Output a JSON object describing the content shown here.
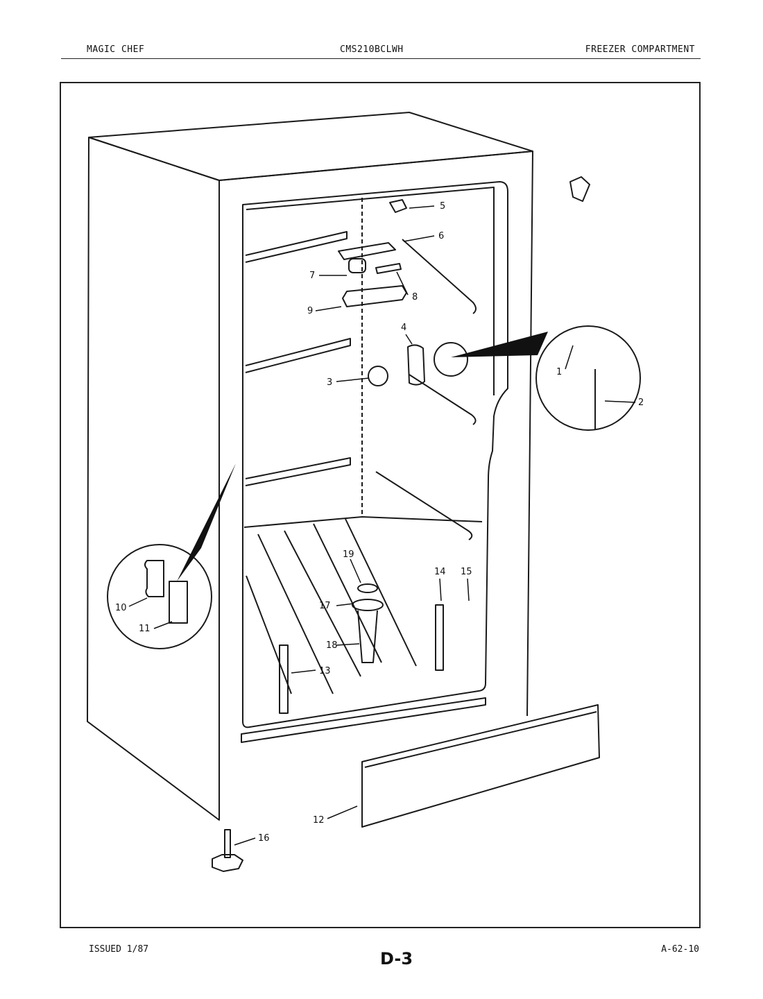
{
  "header": {
    "brand": "MAGIC CHEF",
    "model": "CMS210BCLWH",
    "section": "FREEZER COMPARTMENT"
  },
  "footer": {
    "issued": "ISSUED 1/87",
    "page_code": "D-3",
    "drawing_no": "A-62-10"
  },
  "callouts": {
    "c1": "1",
    "c2": "2",
    "c3": "3",
    "c4": "4",
    "c5": "5",
    "c6": "6",
    "c7": "7",
    "c8": "8",
    "c9": "9",
    "c10": "10",
    "c11": "11",
    "c12": "12",
    "c13": "13",
    "c14": "14",
    "c15": "15",
    "c16": "16",
    "c17": "17",
    "c18": "18",
    "c19": "19"
  }
}
